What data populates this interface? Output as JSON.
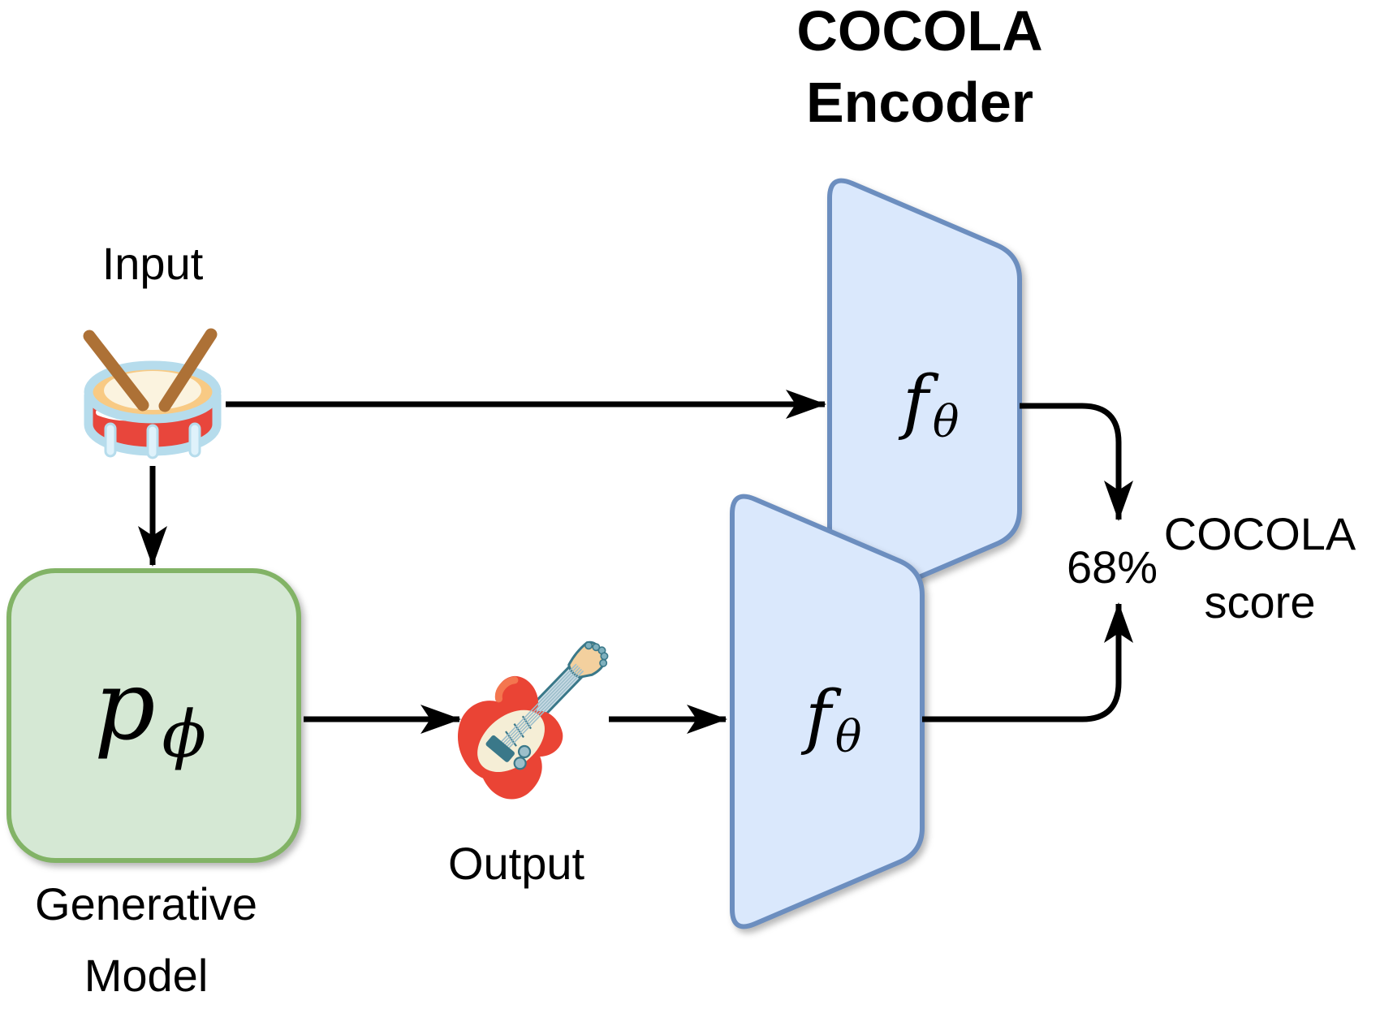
{
  "title": {
    "line1": "COCOLA",
    "line2": "Encoder"
  },
  "input": {
    "label": "Input",
    "icon": "drum"
  },
  "output": {
    "label": "Output",
    "icon": "guitar"
  },
  "generative_model": {
    "label_line1": "Generative",
    "label_line2": "Model",
    "symbol": "p",
    "subscript": "ϕ"
  },
  "encoder_top": {
    "symbol": "f",
    "subscript": "θ"
  },
  "encoder_bottom": {
    "symbol": "f",
    "subscript": "θ"
  },
  "score": {
    "value": "68%",
    "label_line1": "COCOLA",
    "label_line2": "score"
  },
  "colors": {
    "generative_fill": "#d5e8d4",
    "generative_stroke": "#82b366",
    "encoder_fill": "#dae8fc",
    "encoder_stroke": "#6c8ebf",
    "arrow": "#000000",
    "text": "#000000"
  }
}
